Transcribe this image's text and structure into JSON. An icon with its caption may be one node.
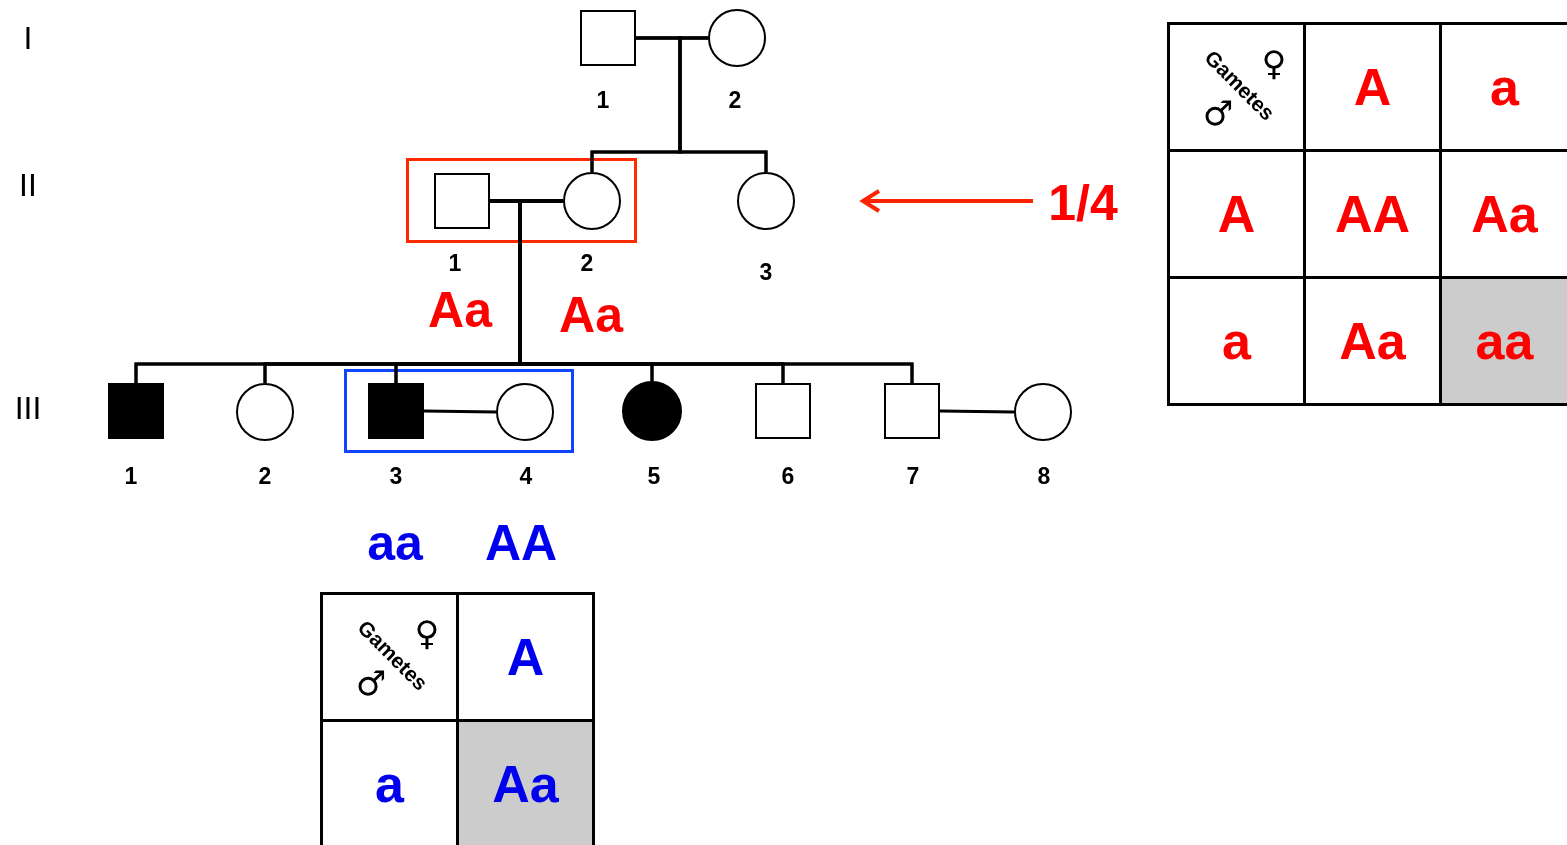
{
  "diagram": {
    "nodes": [
      {
        "text": [],
        "shape": "box",
        "beside": [
          "1"
        ]
      },
      {
        "text": [],
        "shape": "circle",
        "beside": [
          "2"
        ]
      },
      {
        "text": [],
        "shape": "box"
      },
      {
        "text": [],
        "shape": "box",
        "in": 2,
        "beside": [
          "1",
          "Aa"
        ]
      },
      {
        "text": [],
        "shape": "circle",
        "in": 2,
        "beside": [
          "2",
          "Aa"
        ]
      },
      {
        "text": [],
        "shape": "circle",
        "beside": [
          "3"
        ]
      },
      {
        "text": [
          "1/4"
        ]
      },
      {
        "text": [],
        "shape": "box"
      },
      {
        "text": [],
        "shape": "box",
        "beside": [
          "1"
        ]
      },
      {
        "text": [],
        "shape": "circle",
        "beside": [
          "2"
        ]
      },
      {
        "text": [],
        "shape": "box",
        "in": 7,
        "beside": [
          "3",
          "aa"
        ]
      },
      {
        "text": [],
        "shape": "circle",
        "in": 7,
        "beside": [
          "4",
          "AA"
        ]
      },
      {
        "text": [],
        "shape": "circle",
        "beside": [
          "5"
        ]
      },
      {
        "text": [],
        "shape": "box",
        "beside": [
          "6"
        ]
      },
      {
        "text": [],
        "shape": "box",
        "beside": [
          "7"
        ]
      },
      {
        "text": [],
        "shape": "circle",
        "beside": [
          "8"
        ]
      }
    ],
    "edges": [
      {
        "from": 0,
        "to": 1,
        "arrow": "none"
      },
      {
        "from": 0,
        "to": 4,
        "arrow": "none"
      },
      {
        "from": 1,
        "to": 4,
        "arrow": "none"
      },
      {
        "from": 0,
        "to": 5,
        "arrow": "none"
      },
      {
        "from": 1,
        "to": 5,
        "arrow": "none"
      },
      {
        "from": 6,
        "to": null,
        "arrow": "to",
        "color": "#ff2200"
      },
      {
        "from": 3,
        "to": 4,
        "arrow": "none"
      },
      {
        "from": 3,
        "to": 8,
        "arrow": "none"
      },
      {
        "from": 4,
        "to": 8,
        "arrow": "none"
      },
      {
        "from": 3,
        "to": 9,
        "arrow": "none"
      },
      {
        "from": 4,
        "to": 9,
        "arrow": "none"
      },
      {
        "from": 3,
        "to": 10,
        "arrow": "none"
      },
      {
        "from": 4,
        "to": 10,
        "arrow": "none"
      },
      {
        "from": 3,
        "to": 12,
        "arrow": "none"
      },
      {
        "from": 4,
        "to": 12,
        "arrow": "none"
      },
      {
        "from": 3,
        "to": 13,
        "arrow": "none"
      },
      {
        "from": 4,
        "to": 13,
        "arrow": "none"
      },
      {
        "from": 3,
        "to": 14,
        "arrow": "none"
      },
      {
        "from": 4,
        "to": 14,
        "arrow": "none"
      },
      {
        "from": 10,
        "to": 11,
        "arrow": "none"
      },
      {
        "from": 14,
        "to": 15,
        "arrow": "none"
      }
    ],
    "labels": [
      "I",
      "II",
      "III",
      "Gametes",
      "♀",
      "♂",
      "A",
      "a",
      "A",
      "AA",
      "Aa",
      "a",
      "Aa",
      "aa",
      "Gametes",
      "♀",
      "♂",
      "A",
      "a",
      "Aa"
    ]
  }
}
